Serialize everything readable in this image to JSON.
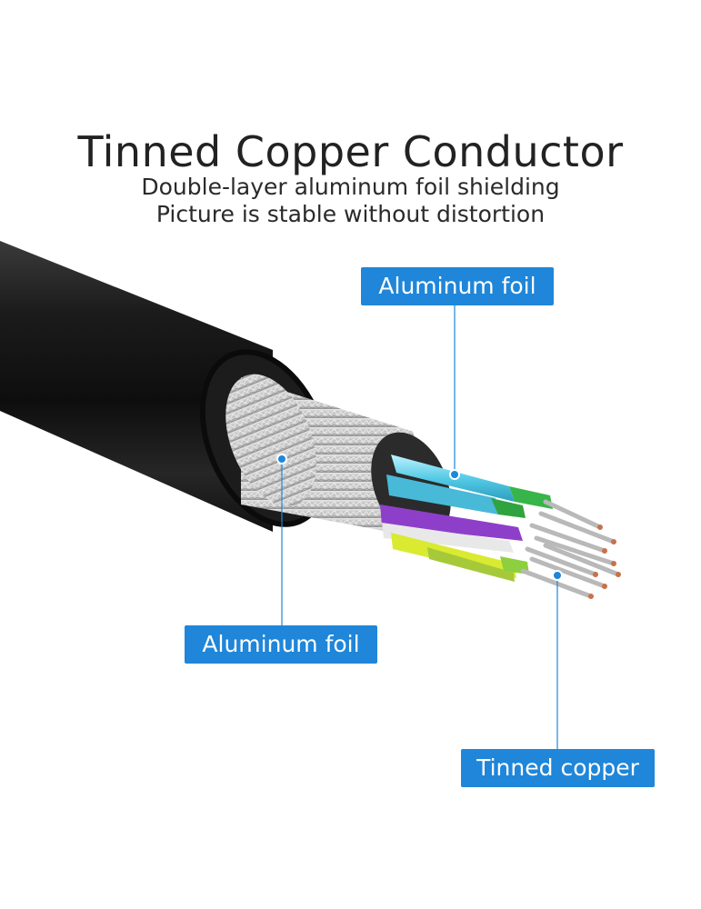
{
  "heading": {
    "title": "Tinned Copper Conductor",
    "line1": "Double-layer aluminum foil shielding",
    "line2": "Picture is stable without distortion"
  },
  "callouts": {
    "top": "Aluminum foil",
    "left": "Aluminum foil",
    "right": "Tinned copper"
  },
  "colors": {
    "callout_blue": "#1f86d9",
    "jacket": "#1a1a1a",
    "foil": "#c9c9c9"
  }
}
